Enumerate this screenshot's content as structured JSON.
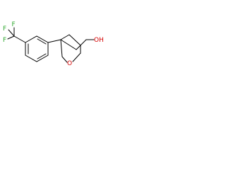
{
  "molecule": {
    "atom_labels": {
      "f_top": "F",
      "f_upper_left": "F",
      "f_left": "F",
      "ring_oxygen": "O",
      "hydroxyl": "OH"
    },
    "colors": {
      "bond": "#000000",
      "oxygen": "#d40000",
      "fluorine": "#33aa33"
    }
  }
}
